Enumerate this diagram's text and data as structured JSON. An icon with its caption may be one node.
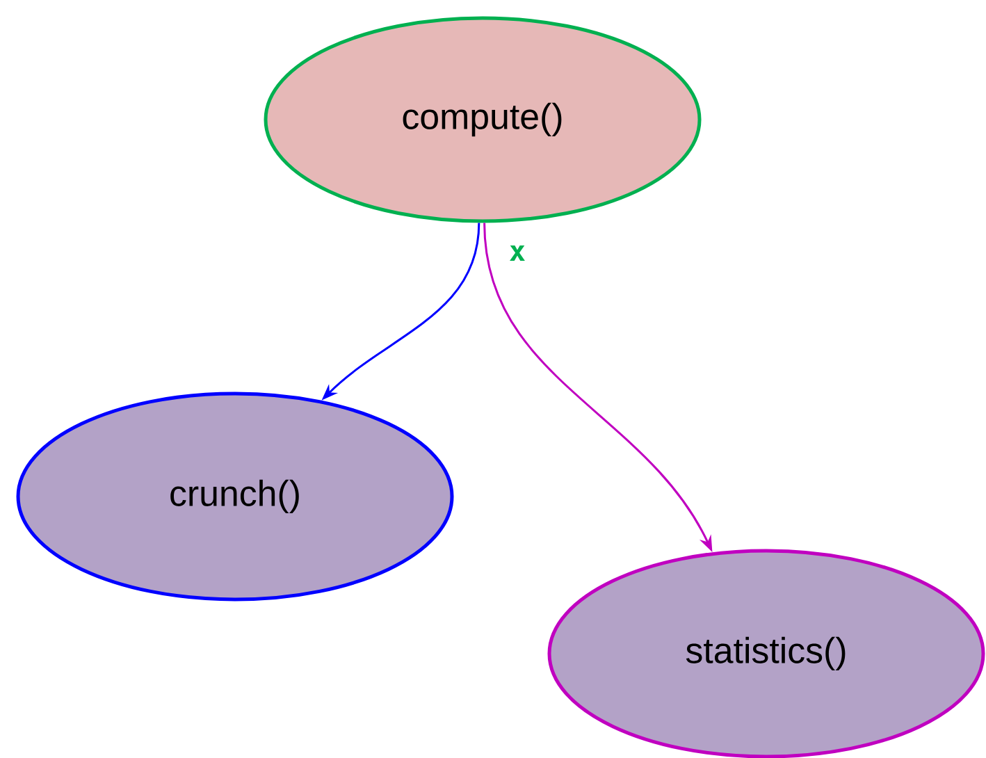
{
  "diagram": {
    "nodes": [
      {
        "text": [
          "compute()"
        ]
      },
      {
        "text": [
          "crunch()"
        ]
      },
      {
        "text": [
          "statistics()"
        ]
      }
    ],
    "edges": [
      {
        "from": 0,
        "to": 1,
        "arrow": "to",
        "color": "#0000ff"
      },
      {
        "from": 0,
        "to": 2,
        "arrow": "to",
        "color": "#c000c0",
        "label": "x"
      }
    ]
  }
}
